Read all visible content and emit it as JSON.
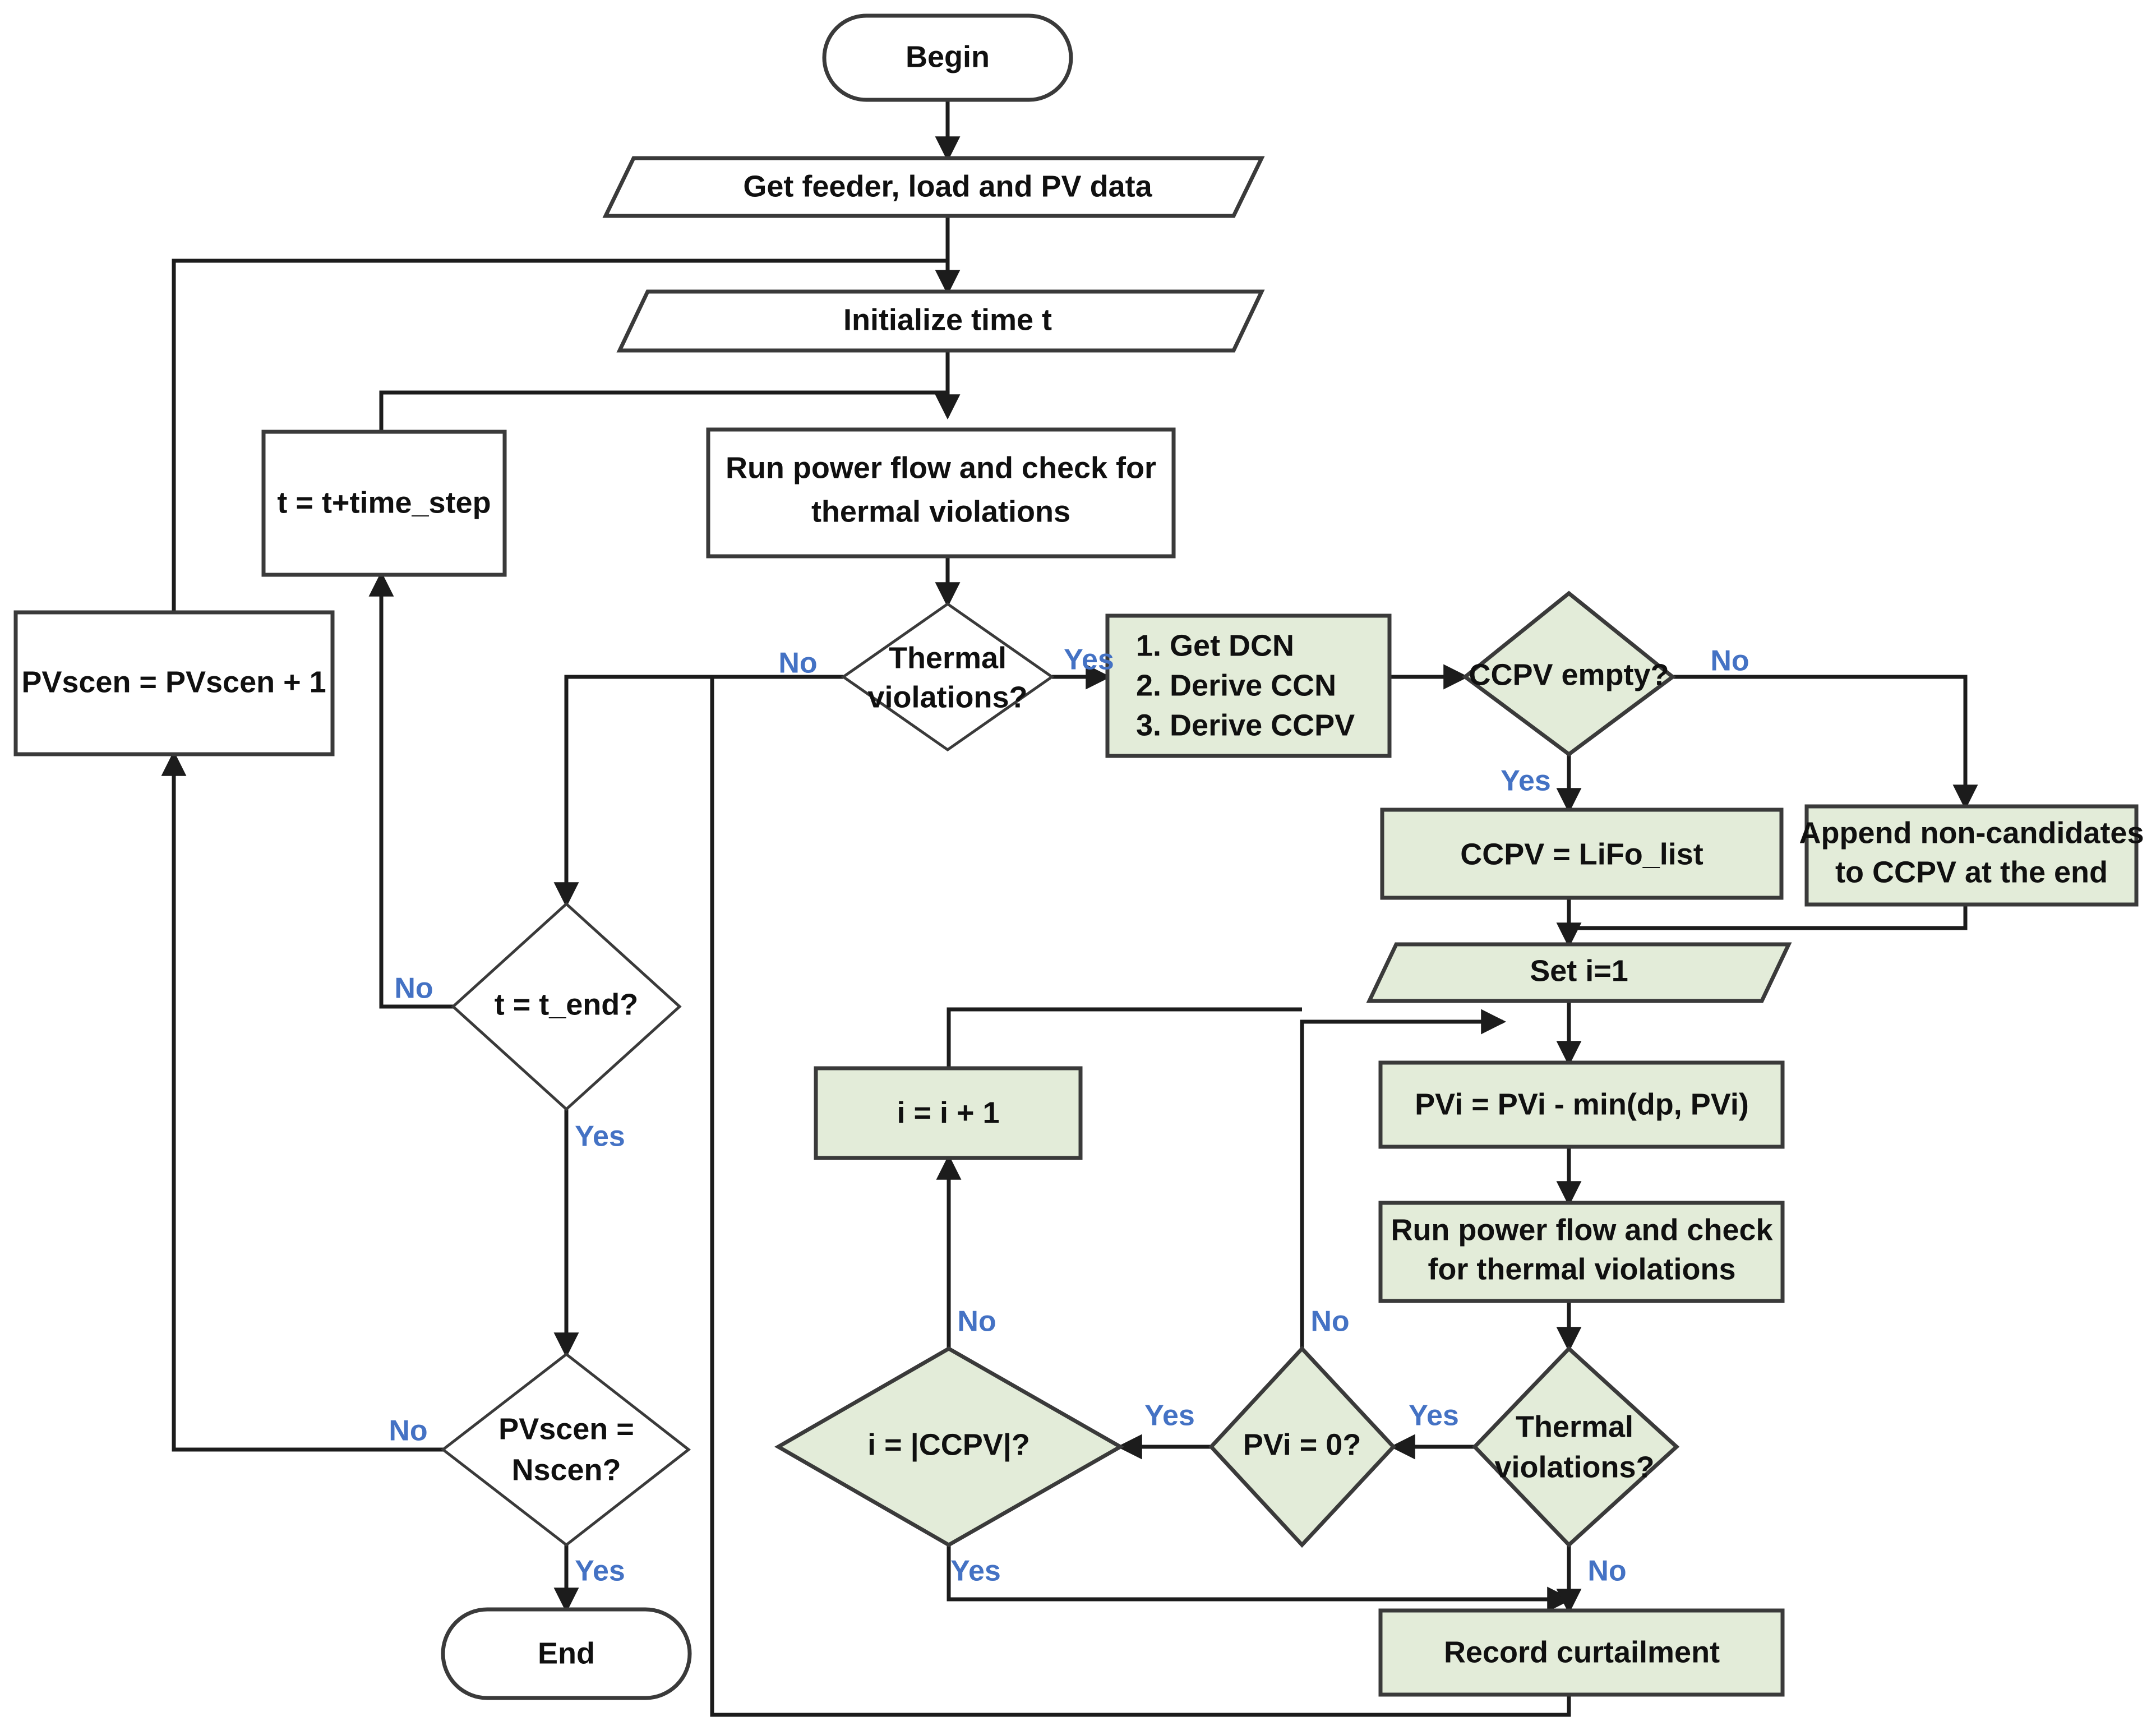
{
  "diagram": {
    "title": "PV curtailment simulation flowchart",
    "colors": {
      "green_fill": "#e3ecd9",
      "white_fill": "#ffffff",
      "border": "#3a3a3a",
      "link": "#1c1c1c",
      "label_blue": "#4472C4",
      "text": "#101010"
    },
    "nodes": {
      "begin": {
        "label": "Begin",
        "shape": "terminator",
        "fill": "white"
      },
      "get_data": {
        "label": "Get feeder, load and PV data",
        "shape": "parallelogram",
        "fill": "white"
      },
      "init_time": {
        "label": "Initialize time t",
        "shape": "parallelogram",
        "fill": "white"
      },
      "time_step": {
        "label": "t = t+time_step",
        "shape": "process",
        "fill": "white"
      },
      "run_pf_1": {
        "label_line1": "Run power flow and check for",
        "label_line2": "thermal violations",
        "shape": "process",
        "fill": "white"
      },
      "pvscen_inc": {
        "label": "PVscen = PVscen + 1",
        "shape": "process",
        "fill": "white"
      },
      "thermal_1": {
        "label_line1": "Thermal",
        "label_line2": "violations?",
        "shape": "decision",
        "fill": "white"
      },
      "derive_steps": {
        "line1": "1. Get DCN",
        "line2": "2. Derive CCN",
        "line3": "3. Derive CCPV",
        "shape": "process",
        "fill": "green"
      },
      "ccpv_empty": {
        "label": "CCPV empty?",
        "shape": "decision",
        "fill": "green"
      },
      "append_non_cand": {
        "label_line1": "Append non-candidates",
        "label_line2": "to CCPV at the end",
        "shape": "process",
        "fill": "green"
      },
      "ccpv_lifo": {
        "label": "CCPV = LiFo_list",
        "shape": "process",
        "fill": "green"
      },
      "set_i": {
        "label": "Set i=1",
        "shape": "parallelogram",
        "fill": "green"
      },
      "pvi_update": {
        "label": "PVi = PVi - min(dp, PVi)",
        "shape": "process",
        "fill": "green"
      },
      "run_pf_2": {
        "label_line1": "Run power flow and check",
        "label_line2": "for thermal violations",
        "shape": "process",
        "fill": "green"
      },
      "i_inc": {
        "label": "i = i + 1",
        "shape": "process",
        "fill": "green"
      },
      "t_end": {
        "label": "t = t_end?",
        "shape": "decision",
        "fill": "white"
      },
      "pvscen_check": {
        "label_line1": "PVscen =",
        "label_line2": "Nscen?",
        "shape": "decision",
        "fill": "white"
      },
      "end": {
        "label": "End",
        "shape": "terminator",
        "fill": "white"
      },
      "i_ccpv": {
        "label": "i = |CCPV|?",
        "shape": "decision",
        "fill": "green"
      },
      "pvi_zero": {
        "label": "PVi = 0?",
        "shape": "decision",
        "fill": "green"
      },
      "thermal_2": {
        "label_line1": "Thermal",
        "label_line2": "violations?",
        "shape": "decision",
        "fill": "green"
      },
      "record": {
        "label": "Record curtailment",
        "shape": "process",
        "fill": "green"
      }
    },
    "edge_labels": {
      "thermal1_no": "No",
      "thermal1_yes": "Yes",
      "ccpv_empty_no": "No",
      "ccpv_empty_yes": "Yes",
      "t_end_no": "No",
      "t_end_yes": "Yes",
      "pvscen_no": "No",
      "pvscen_yes": "Yes",
      "i_ccpv_no": "No",
      "i_ccpv_yes": "Yes",
      "pvi_zero_no": "No",
      "pvi_zero_yes": "Yes",
      "thermal2_yes": "Yes",
      "thermal2_no": "No"
    }
  }
}
